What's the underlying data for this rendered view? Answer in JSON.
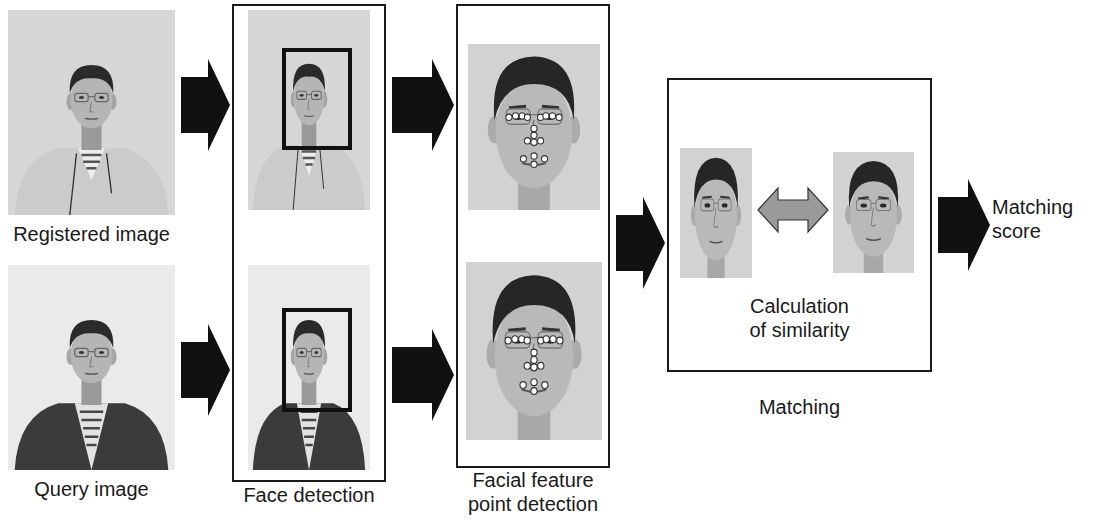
{
  "diagram": {
    "nodes": [
      {
        "text": [
          "Registered image"
        ]
      },
      {
        "text": [
          "Query image"
        ]
      },
      {
        "text": [
          "Face detection"
        ]
      },
      {
        "text": [
          "Facial feature point detection"
        ]
      },
      {
        "text": [
          "Calculation of similarity",
          "Matching"
        ]
      },
      {
        "text": [
          "Matching score"
        ]
      }
    ],
    "edges": [
      {
        "from": 0,
        "to": 2,
        "arrow": "to"
      },
      {
        "from": 1,
        "to": 2,
        "arrow": "to"
      },
      {
        "from": 2,
        "to": 3,
        "arrow": "to"
      },
      {
        "from": 2,
        "to": 3,
        "arrow": "to"
      },
      {
        "from": 3,
        "to": 4,
        "arrow": "to"
      },
      {
        "from": 4,
        "to": 5,
        "arrow": "to"
      }
    ]
  }
}
